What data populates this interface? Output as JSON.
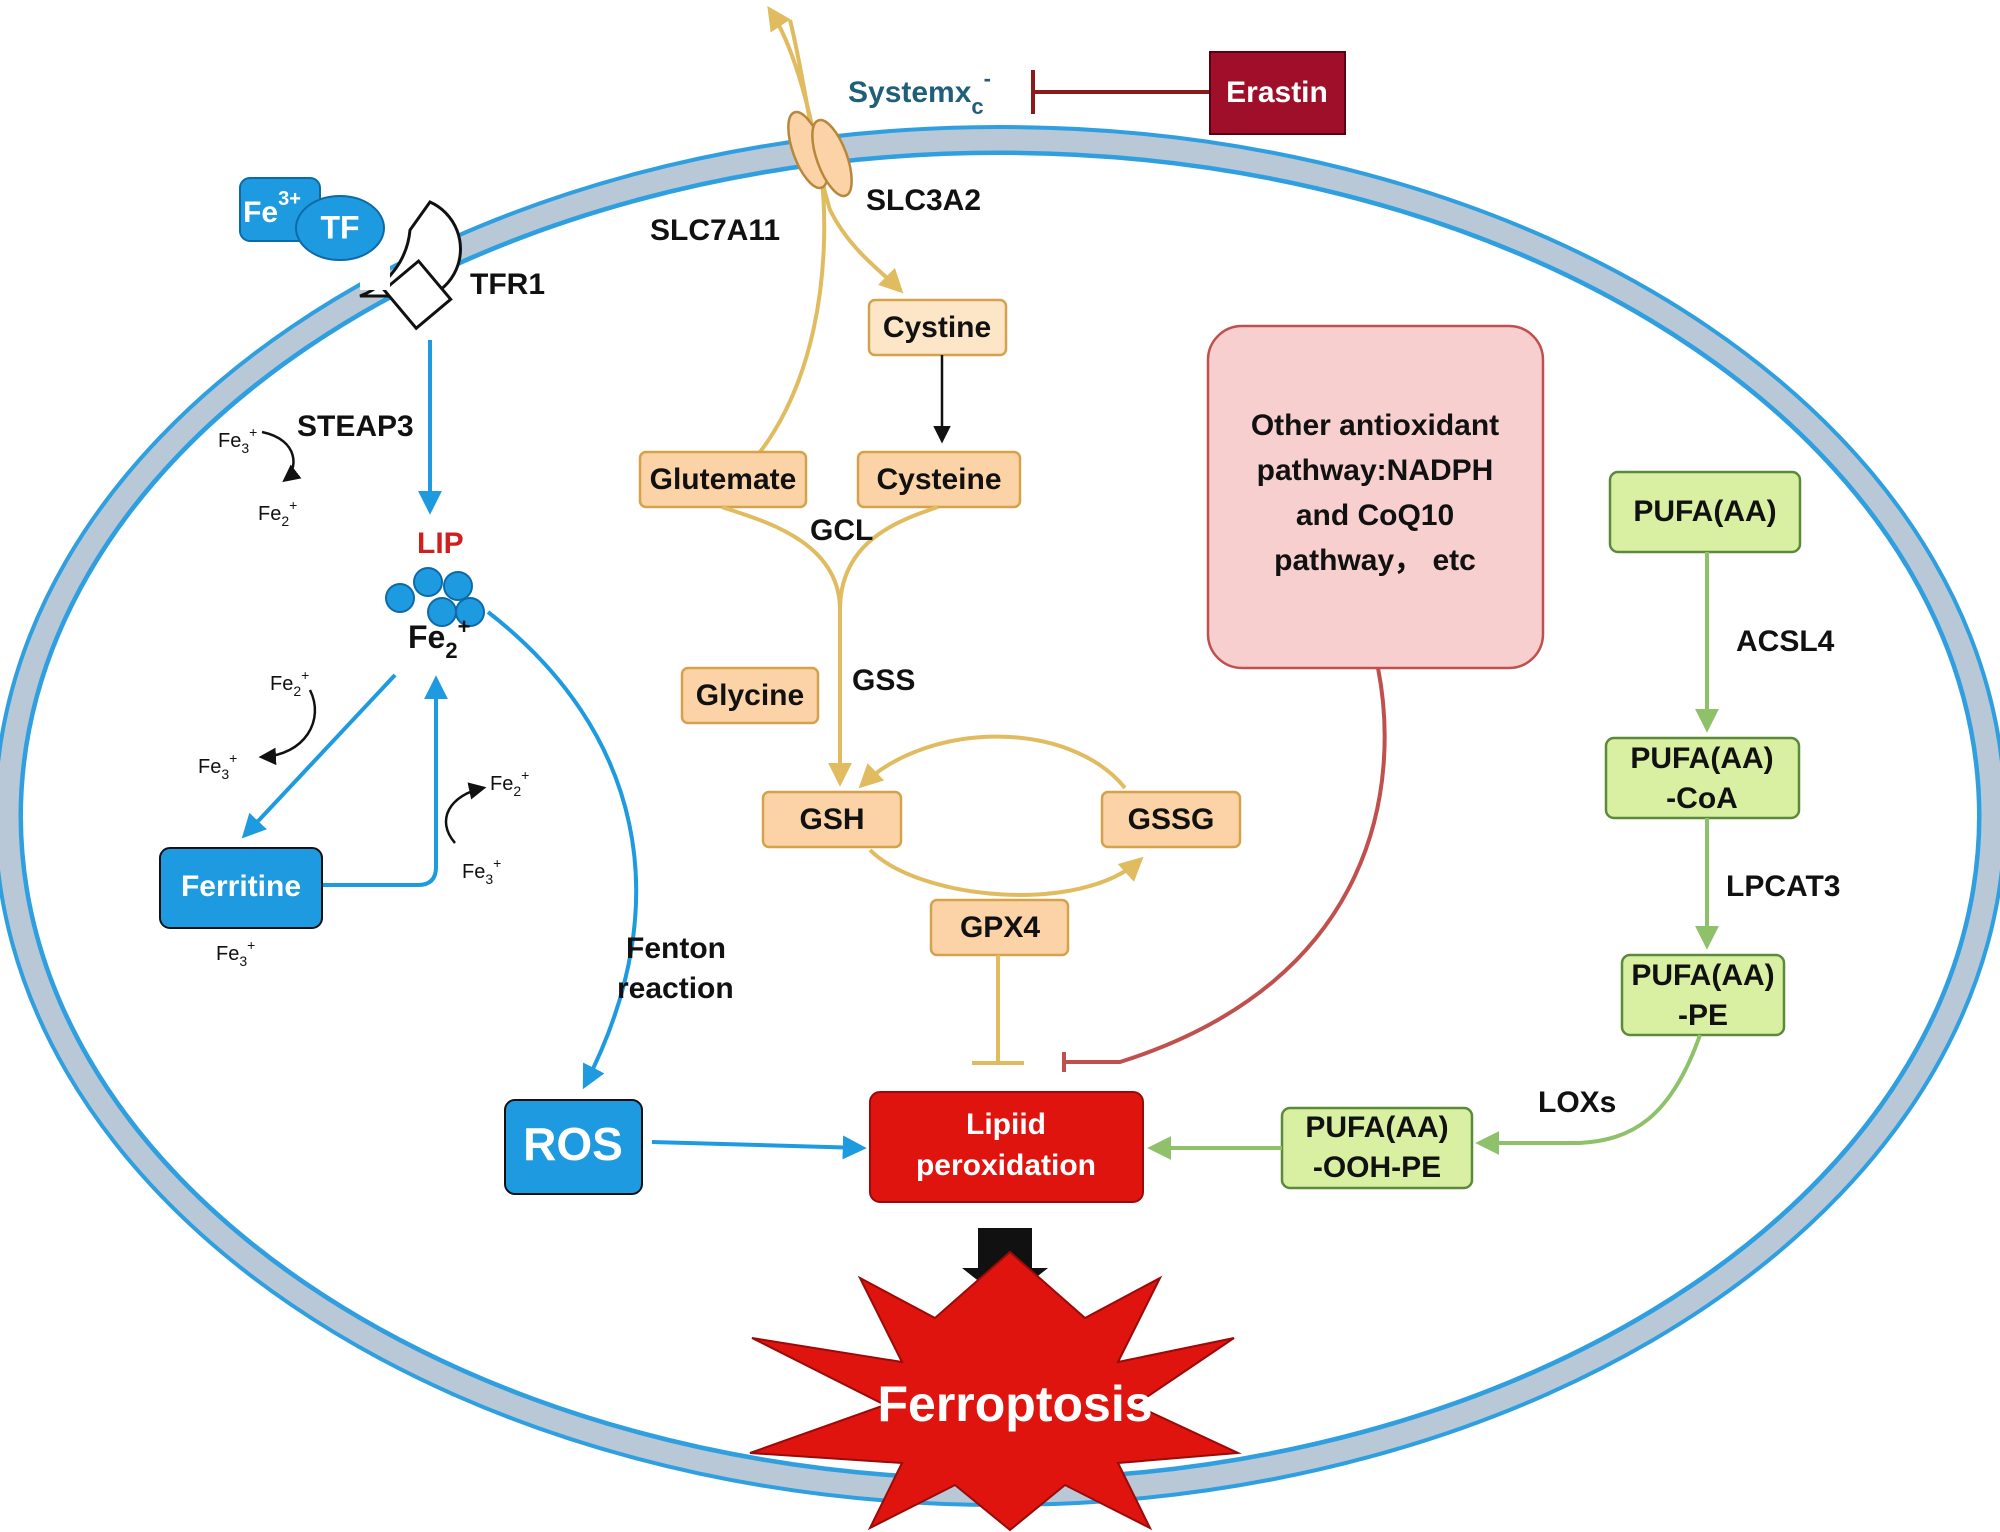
{
  "membrane": {
    "systemxc": "Systemx",
    "systemxc_sub": "c",
    "systemxc_sup": "-",
    "slc7a11": "SLC7A11",
    "slc3a2": "SLC3A2"
  },
  "iron": {
    "fe3": "Fe",
    "fe3_sup": "3+",
    "tf": "TF",
    "tfr1": "TFR1",
    "steap3": "STEAP3",
    "lip": "LIP",
    "fe2_main": "Fe",
    "fe2_main_sub": "2",
    "fe2_main_sup": "+",
    "ferritine": "Ferritine",
    "fenton_line1": "Fenton",
    "fenton_line2": "reaction",
    "ros": "ROS",
    "small_fe3_a": "Fe",
    "small_fe3_a_sub": "3",
    "small_fe3_a_sup": "+",
    "small_fe2_a": "Fe",
    "small_fe2_a_sub": "2",
    "small_fe2_a_sup": "+",
    "small_fe2_b": "Fe",
    "small_fe2_b_sub": "2",
    "small_fe2_b_sup": "+",
    "small_fe3_b": "Fe",
    "small_fe3_b_sub": "3",
    "small_fe3_b_sup": "+",
    "small_fe2_c": "Fe",
    "small_fe2_c_sub": "2",
    "small_fe2_c_sup": "+",
    "small_fe3_c": "Fe",
    "small_fe3_c_sub": "3",
    "small_fe3_c_sup": "+",
    "small_fe3_d": "Fe",
    "small_fe3_d_sub": "3",
    "small_fe3_d_sup": "+"
  },
  "gsh": {
    "cystine": "Cystine",
    "cysteine": "Cysteine",
    "glutemate": "Glutemate",
    "gcl": "GCL",
    "glycine": "Glycine",
    "gss": "GSS",
    "gsh": "GSH",
    "gssg": "GSSG",
    "gpx4": "GPX4"
  },
  "erastin": "Erastin",
  "other_pathway": [
    "Other antioxidant",
    "pathway:NADPH",
    "and CoQ10",
    "pathway，  etc"
  ],
  "pufa": {
    "aa": "PUFA(AA)",
    "acsl4": "ACSL4",
    "coa_line1": "PUFA(AA)",
    "coa_line2": "-CoA",
    "lpcat3": "LPCAT3",
    "pe_line1": "PUFA(AA)",
    "pe_line2": "-PE",
    "loxs": "LOXs",
    "ooh_line1": "PUFA(AA)",
    "ooh_line2": "-OOH-PE"
  },
  "lipid_line1": "Lipiid",
  "lipid_line2": "peroxidation",
  "ferroptosis": "Ferroptosis",
  "colors": {
    "membrane_outer": "#2f9fe0",
    "membrane_inner": "#b8c8d6",
    "iron_blue": "#1e9be0",
    "gsh_fill": "#fbd3a6",
    "gsh_stroke": "#d4a24a",
    "gsh_line": "#e0bb60",
    "green_fill": "#d9f0a3",
    "green_stroke": "#5b8a3a",
    "green_line": "#8fc06a",
    "red": "#e0140f",
    "erastin": "#a00f2a",
    "pink": "#f8cfcf",
    "pink_line": "#c0504d"
  }
}
